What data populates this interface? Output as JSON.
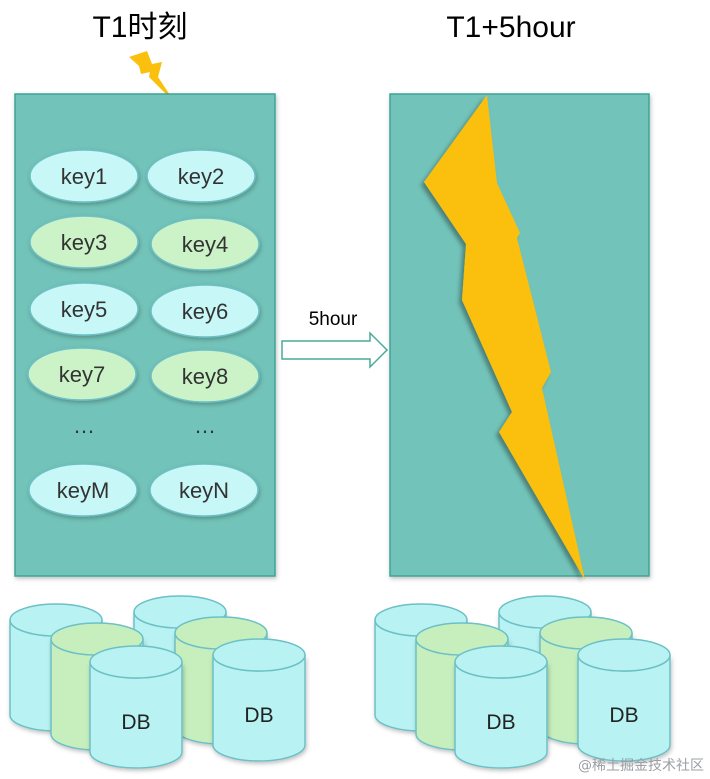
{
  "titles": {
    "left": "T1时刻",
    "right": "T1+5hour"
  },
  "arrow_label": "5hour",
  "keys": [
    {
      "label": "key1",
      "color": "cyan"
    },
    {
      "label": "key2",
      "color": "cyan"
    },
    {
      "label": "key3",
      "color": "green"
    },
    {
      "label": "key4",
      "color": "green"
    },
    {
      "label": "key5",
      "color": "cyan"
    },
    {
      "label": "key6",
      "color": "cyan"
    },
    {
      "label": "key7",
      "color": "green"
    },
    {
      "label": "key8",
      "color": "green"
    },
    {
      "label": "keyM",
      "color": "cyan"
    },
    {
      "label": "keyN",
      "color": "cyan"
    }
  ],
  "ellipsis": "…",
  "db_label": "DB",
  "watermark": "@稀土掘金技术社区",
  "colors": {
    "panel": "#72c3b9",
    "panel_border": "#3ea395",
    "key_cyan": "#c7f7f7",
    "key_green": "#ccf3c7",
    "key_border": "#6cc0c6",
    "bolt": "#fbbf0e",
    "db_cyan": "#b8f2f2",
    "db_green": "#c7efbd"
  }
}
